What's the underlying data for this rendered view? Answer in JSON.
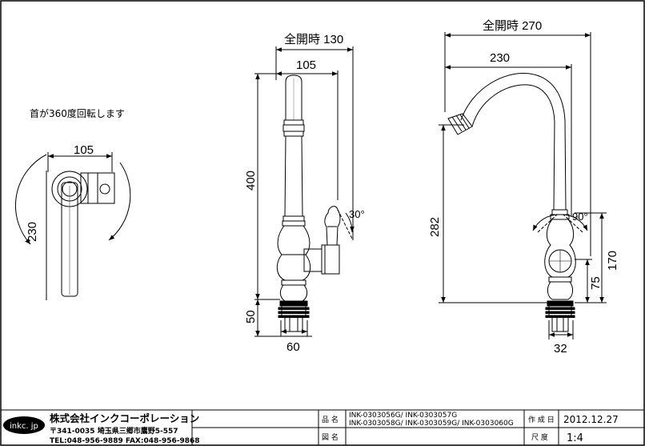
{
  "note": "首が360度回転します",
  "top_view": {
    "width": "105",
    "swing": "230"
  },
  "front_view": {
    "full_open": "全開時 130",
    "width": "105",
    "height": "400",
    "base_height": "50",
    "base_width": "60",
    "lever_angle": "30°"
  },
  "side_view": {
    "full_open": "全開時 270",
    "reach": "230",
    "height": "282",
    "body_height": "170",
    "lower_height": "75",
    "base_width": "32",
    "rotation": "90°"
  },
  "title_block": {
    "logo": "inkc. jp",
    "company": "株式会社インクコーポレーション",
    "address": "〒341-0035 埼玉県三郷市鷹野5-557",
    "contact": "TEL:048-956-9889  FAX:048-956-9868",
    "label_product": "品 名",
    "label_drawing": "図 名",
    "product_line1": "INK-0303056G/ INK-0303057G",
    "product_line2": "INK-0303058G/ INK-0303059G/ INK-0303060G",
    "label_date": "作 成 日",
    "date": "2012.12.27",
    "label_scale": "尺 度",
    "scale": "1:4"
  }
}
